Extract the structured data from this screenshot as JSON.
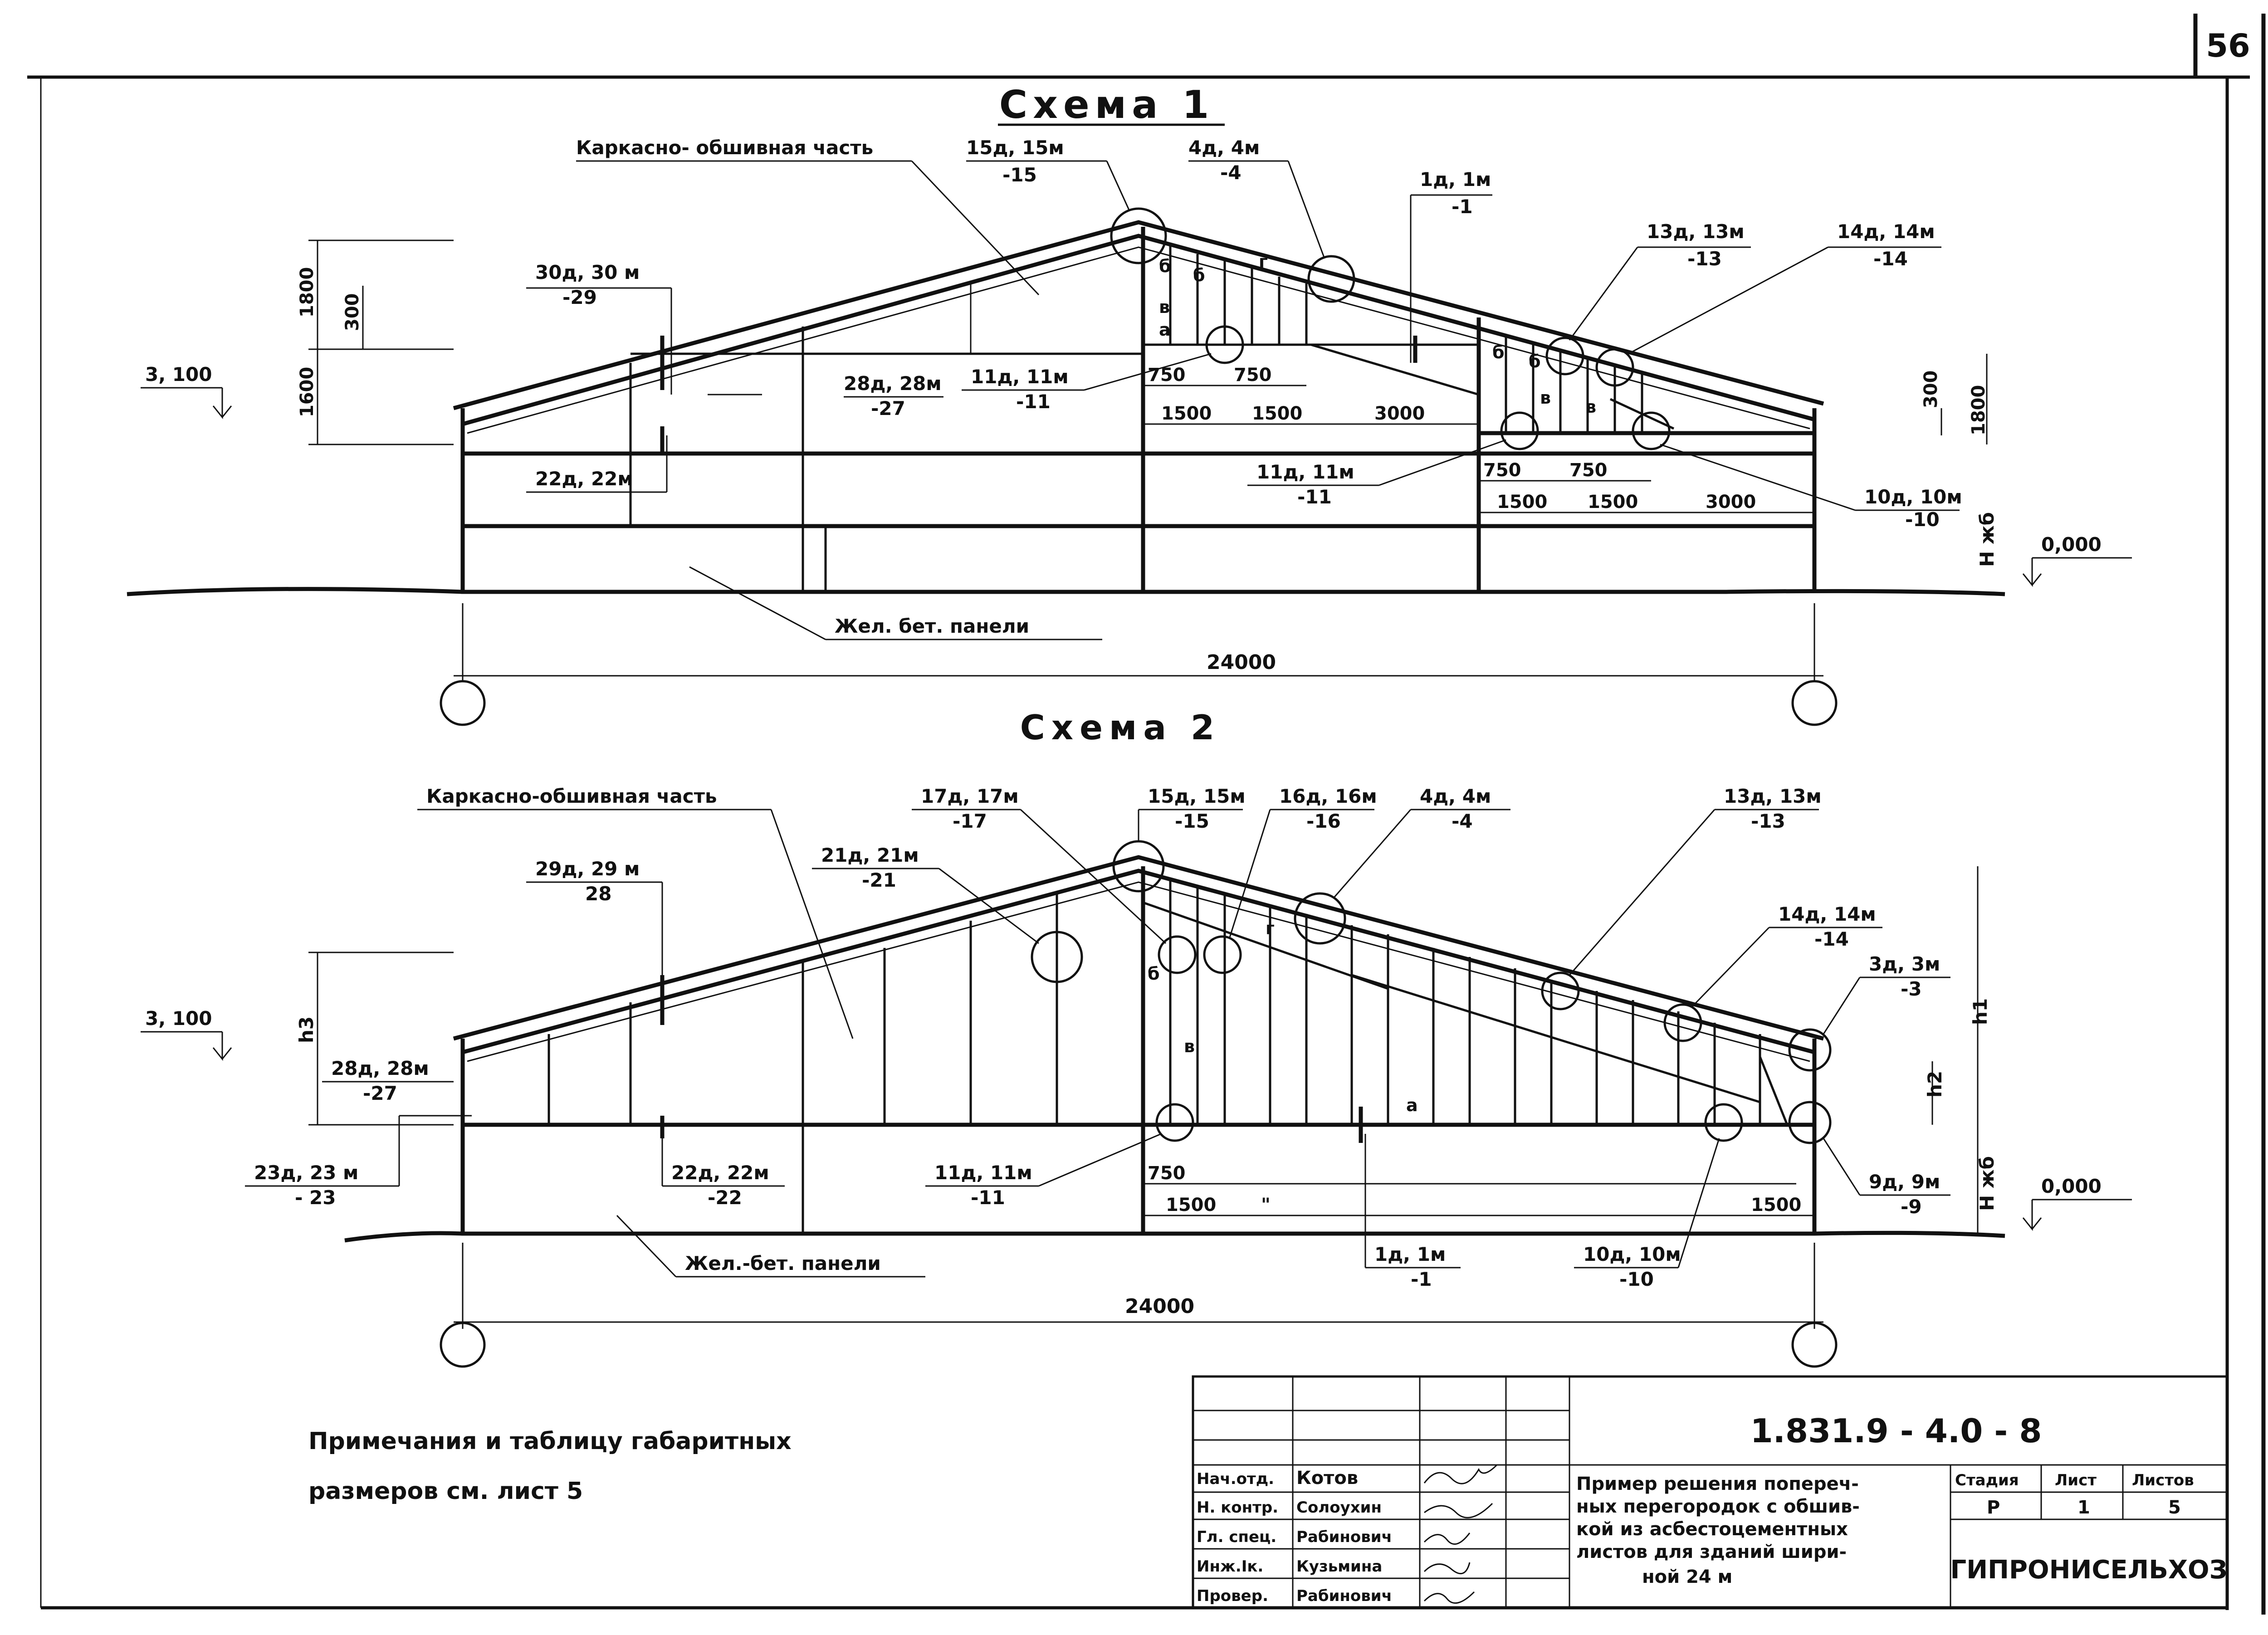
{
  "sheet_number": "56",
  "scheme1": {
    "title": "Схема 1",
    "labels": {
      "frame_part": "Каркасно- обшивная часть",
      "l15": "15д, 15м",
      "l15s": "-15",
      "l4": "4д, 4м",
      "l4s": "-4",
      "l1": "1д, 1м",
      "l1s": "-1",
      "l13": "13д, 13м",
      "l13s": "-13",
      "l14": "14д, 14м",
      "l14s": "-14",
      "l30": "30д, 30 м",
      "l30s": "-29",
      "l28": "28д, 28м",
      "l28s": "-27",
      "l11a": "11д, 11м",
      "l11as": "-11",
      "l22": "22д, 22м",
      "l11b": "11д, 11м",
      "l11bs": "-11",
      "l10": "10д, 10м",
      "l10s": "-10",
      "panels": "Жел. бет. панели",
      "elev_left": "3, 100",
      "elev_zero": "0,000",
      "hzb": "Н жб"
    },
    "dims": {
      "d1800l": "1800",
      "d300l": "300",
      "d1600l": "1600",
      "d300r": "300",
      "d1800r": "1800",
      "d750a": "750",
      "d750b": "750",
      "d1500a": "1500",
      "d1500b": "1500",
      "d3000a": "3000",
      "d750c": "750",
      "d750d": "750",
      "d1500c": "1500",
      "d1500d": "1500",
      "d3000b": "3000",
      "d24000": "24000"
    },
    "marks": {
      "m1": "а",
      "m2": "б",
      "m3": "б",
      "m4": "в",
      "m5": "г",
      "m6": "б",
      "m7": "б",
      "m8": "в",
      "m9": "в"
    }
  },
  "scheme2": {
    "title": "Схема 2",
    "labels": {
      "frame_part": "Каркасно-обшивная часть",
      "l17": "17д, 17м",
      "l17s": "-17",
      "l15": "15д, 15м",
      "l15s": "-15",
      "l16": "16д, 16м",
      "l16s": "-16",
      "l4": "4д, 4м",
      "l4s": "-4",
      "l13": "13д, 13м",
      "l13s": "-13",
      "l21": "21д, 21м",
      "l21s": "-21",
      "l29": "29д, 29 м",
      "l29s": "28",
      "l14": "14д, 14м",
      "l14s": "-14",
      "l3": "3д, 3м",
      "l3s": "-3",
      "l28": "28д, 28м",
      "l28s": "-27",
      "l23": "23д, 23 м",
      "l23s": "- 23",
      "l22": "22д, 22м",
      "l22s": "-22",
      "l11": "11д, 11м",
      "l11s": "-11",
      "l9": "9д, 9м",
      "l9s": "-9",
      "l1": "1д, 1м",
      "l1s": "-1",
      "l10": "10д, 10м",
      "l10s": "-10",
      "panels": "Жел.-бет. панели",
      "elev_left": "3, 100",
      "elev_zero": "0,000",
      "hzb": "Н жб",
      "h3": "h3",
      "h1": "h1",
      "h2": "h2"
    },
    "dims": {
      "d750": "750",
      "d1500a": "1500",
      "d1500b": "1500",
      "ditto": "\"",
      "d24000": "24000"
    },
    "marks": {
      "m_b1": "б",
      "m_v": "в",
      "m_g": "г",
      "m_a": "а"
    }
  },
  "notes": {
    "line1": "Примечания  и  таблицу  габаритных",
    "line2": "размеров   см.  лист 5"
  },
  "title_block": {
    "code": "1.831.9 - 4.0 - 8",
    "roles": [
      "Нач.отд.",
      "Н. контр.",
      "Гл. спец.",
      "Инж.Iк.",
      "Провер."
    ],
    "names": [
      "Котов",
      "Солоухин",
      "Рабинович",
      "Кузьмина",
      "Рабинович"
    ],
    "description": [
      "Пример решения попереч-",
      "ных перегородок с обшив-",
      "кой из асбестоцементных",
      "листов для зданий шири-",
      "ной 24 м"
    ],
    "stage_label": "Стадия",
    "sheet_label": "Лист",
    "sheets_label": "Листов",
    "stage": "Р",
    "sheet": "1",
    "sheets": "5",
    "organization": "ГИПРОНИСЕЛЬХОЗ"
  }
}
